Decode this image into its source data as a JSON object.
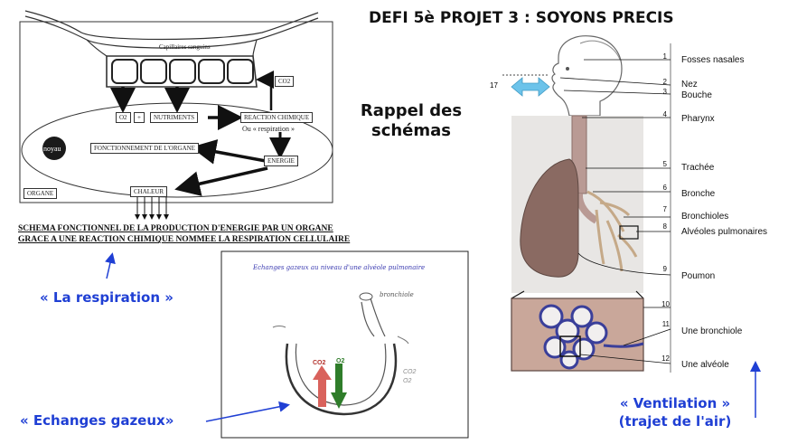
{
  "title": "DEFI 5è PROJET 3 : SOYONS PRECIS",
  "rappel": [
    "Rappel des",
    "schémas"
  ],
  "respiration_diagram": {
    "capillaires": "Capillaires sanguins",
    "co2": "CO2",
    "o2": "O2",
    "plus": "+",
    "nutriments": "NUTRIMENTS",
    "reaction": "REACTION CHIMIQUE",
    "ou_respiration": "Ou « respiration »",
    "fonctionnement": "FONCTIONNEMENT DE L'ORGANE",
    "energie": "ENERGIE",
    "noyau": "noyau",
    "chaleur": "CHALEUR",
    "organe": "ORGANE",
    "caption_line1": "SCHEMA FONCTIONNEL DE LA PRODUCTION D'ENERGIE PAR UN ORGANE",
    "caption_line2": "GRACE A UNE REACTION CHIMIQUE NOMMEE LA RESPIRATION CELLULAIRE"
  },
  "label_respiration": "« La respiration »",
  "echanges_sketch": {
    "heading": "Echanges gazeux au niveau d'une alvéole pulmonaire",
    "bronchiole": "bronchiole",
    "co2": "CO2",
    "o2": "O2",
    "side_co2": "CO2",
    "side_o2": "O2"
  },
  "label_echanges": "« Echanges gazeux»",
  "anatomy": {
    "arrow_num": "17",
    "items": [
      {
        "num": "1",
        "label": "Fosses nasales"
      },
      {
        "num": "2",
        "label": "Nez"
      },
      {
        "num": "3",
        "label": "Bouche"
      },
      {
        "num": "4",
        "label": "Pharynx"
      },
      {
        "num": "5",
        "label": "Trachée"
      },
      {
        "num": "6",
        "label": "Bronche"
      },
      {
        "num": "7",
        "label": "Bronchioles"
      },
      {
        "num": "8",
        "label": "Alvéoles pulmonaires"
      },
      {
        "num": "9",
        "label": "Poumon"
      },
      {
        "num": "10",
        "label": ""
      },
      {
        "num": "11",
        "label": "Une bronchiole"
      },
      {
        "num": "12",
        "label": "Une alvéole"
      }
    ]
  },
  "label_ventilation": [
    "« Ventilation »",
    "(trajet de l'air)"
  ],
  "colors": {
    "blue_label": "#1f3fd4",
    "co2_arrow": "#d9625c",
    "o2_arrow": "#2f7d2a",
    "nose_arrow": "#6cc3ea"
  }
}
